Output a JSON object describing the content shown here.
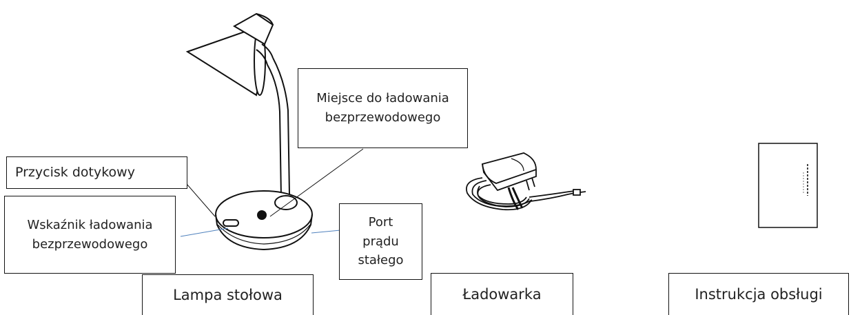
{
  "callouts": {
    "wireless_spot": "Miejsce do ładowania bezprzewodowego",
    "touch_button": "Przycisk dotykowy",
    "indicator": "Wskaźnik ładowania bezprzewodowego",
    "dc_port": "Port prądu stałego"
  },
  "items": {
    "lamp": "Lampa stołowa",
    "charger": "Ładowarka",
    "manual": "Instrukcja obsługi"
  },
  "colors": {
    "leader_line": "#111111",
    "indicator_line": "#4f81bd"
  }
}
